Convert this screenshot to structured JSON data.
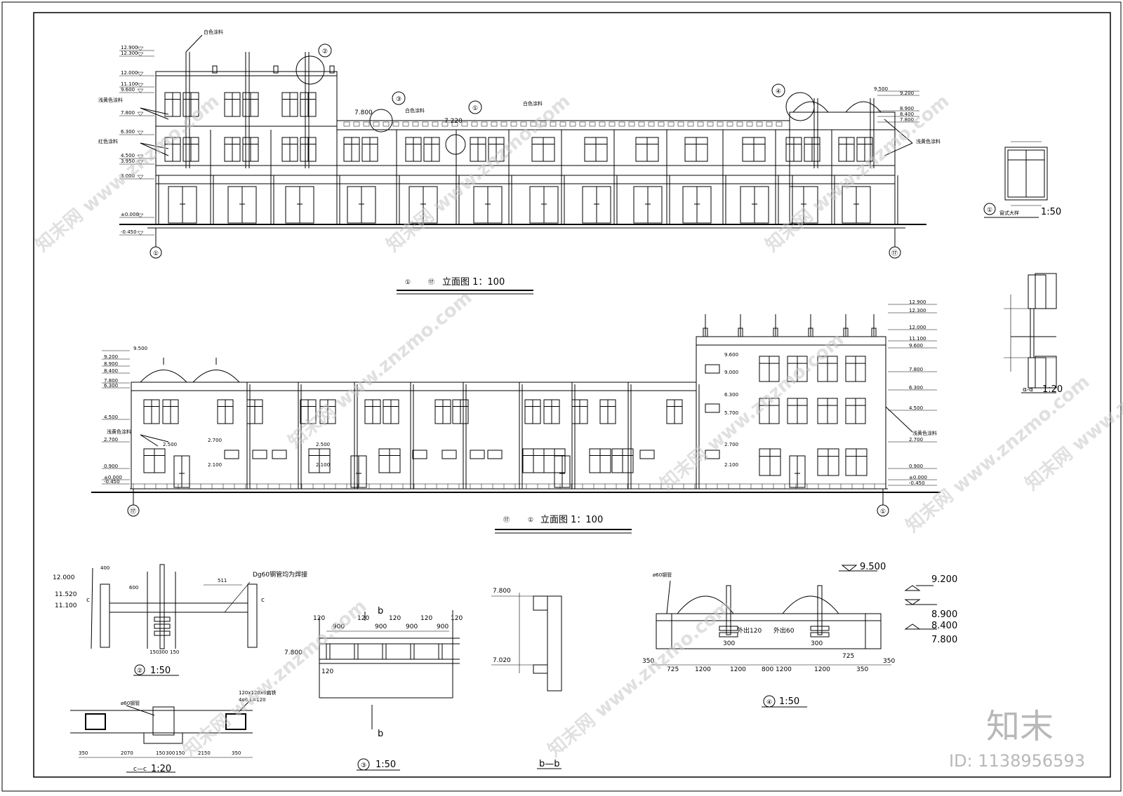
{
  "drawing": {
    "elevation_1_17": {
      "axis_start": "①",
      "axis_end": "⑰",
      "title": "立面图 1：100",
      "levels_left": [
        "12.900",
        "12.300",
        "12.000",
        "11.100",
        "9.600",
        "7.800",
        "6.300",
        "4.500",
        "3.950",
        "3.000",
        "±0.000",
        "-0.450"
      ],
      "levels_right": [
        "9.500",
        "9.200",
        "8.900",
        "8.400",
        "7.800"
      ],
      "level_mid_1": "7.800",
      "level_mid_2": "7.220",
      "material_white": "白色涂料",
      "material_yellow": "浅黄色涂料",
      "material_red": "红色涂料",
      "callouts": [
        "②",
        "③",
        "①",
        "④"
      ]
    },
    "window_detail": {
      "number": "①",
      "title": "窗式大样",
      "scale": "1:50"
    },
    "section_aa": {
      "title": "α-α",
      "scale": "1:20"
    },
    "elevation_17_1": {
      "axis_start": "⑰",
      "axis_end": "①",
      "title": "立面图 1：100",
      "levels_left": [
        "9.200",
        "9.500",
        "8.900",
        "8.400",
        "7.800",
        "6.300",
        "4.500",
        "2.700",
        "0.900",
        "±0.000",
        "-0.450"
      ],
      "levels_right": [
        "12.900",
        "12.300",
        "12.000",
        "11.100",
        "9.600",
        "7.800",
        "6.300",
        "4.500",
        "2.700",
        "0.900",
        "±0.000",
        "-0.450"
      ],
      "window_levels": [
        "2.500",
        "2.700",
        "2.100",
        "2.500",
        "2.100",
        "9.600",
        "9.000",
        "6.300",
        "5.700",
        "2.700",
        "2.100"
      ],
      "material_yellow": "浅黄色涂料"
    },
    "detail_2": {
      "number": "②",
      "scale": "1:50",
      "levels": [
        "12.000",
        "11.520",
        "11.100"
      ],
      "note": "Dg60钢管均为焊接",
      "dims": [
        "400",
        "600",
        "511",
        "300",
        "150",
        "150"
      ],
      "cut": "c"
    },
    "section_cc": {
      "title": "c—c",
      "scale": "1:20",
      "note_pipe": "ø60钢管",
      "note_plate": "120x120x6扁铁",
      "note_anchor": "4ø6 L=120",
      "dims": [
        "350",
        "2070",
        "150",
        "300",
        "150",
        "2150",
        "350"
      ]
    },
    "detail_3": {
      "number": "③",
      "scale": "1:50",
      "level": "7.800",
      "dims": [
        "120",
        "900",
        "120",
        "900",
        "120",
        "900",
        "120",
        "900",
        "120"
      ],
      "dim_side": "120",
      "cut": "b"
    },
    "section_bb": {
      "title": "b—b",
      "levels": [
        "7.800",
        "7.020"
      ]
    },
    "detail_4": {
      "number": "④",
      "scale": "1:50",
      "note_pipe": "ø60钢管",
      "note_out1": "外出120",
      "note_out2": "外出60",
      "levels": [
        "9.500",
        "9.200",
        "8.900",
        "8.400",
        "7.800"
      ],
      "dims_top": [
        "300",
        "725",
        "300",
        "725",
        "350"
      ],
      "dims_bottom": [
        "350",
        "725",
        "1200",
        "1200",
        "800",
        "1200",
        "1200",
        "350"
      ]
    }
  },
  "watermark": {
    "brand": "知末",
    "site_text": "www.znzmo.com",
    "logo_text": "知末网",
    "id": "ID: 1138956593"
  }
}
